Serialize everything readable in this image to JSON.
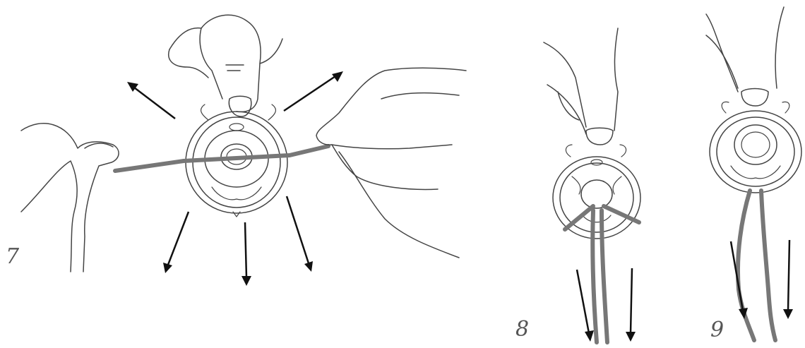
{
  "steps": [
    {
      "id": "step-7",
      "number": "7"
    },
    {
      "id": "step-8",
      "number": "8"
    },
    {
      "id": "step-9",
      "number": "9"
    }
  ],
  "colors": {
    "line": "#444444",
    "band": "#777777",
    "arrow": "#111111"
  },
  "icons": [
    "hand-illustration",
    "lens-ring-illustration",
    "band-illustration",
    "arrow-icon"
  ]
}
